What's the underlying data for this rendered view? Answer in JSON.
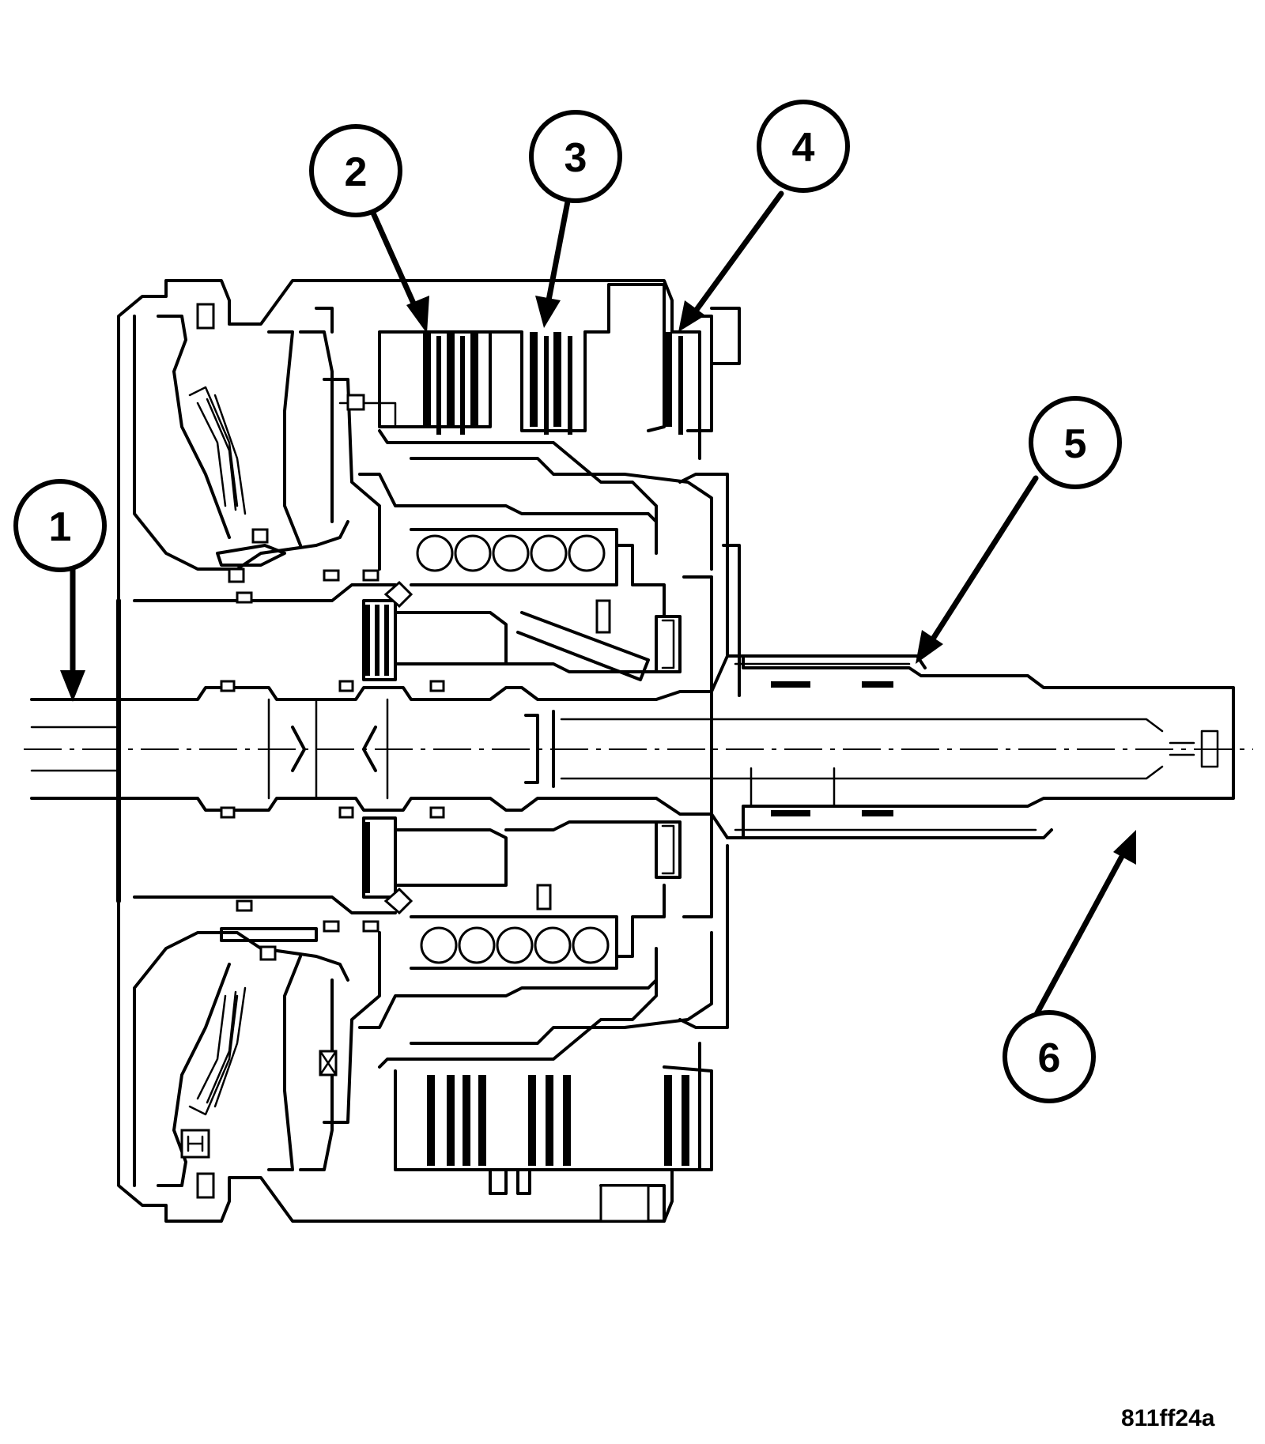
{
  "figure": {
    "id": "811ff24a",
    "callouts": [
      "1",
      "2",
      "3",
      "4",
      "5",
      "6"
    ]
  }
}
